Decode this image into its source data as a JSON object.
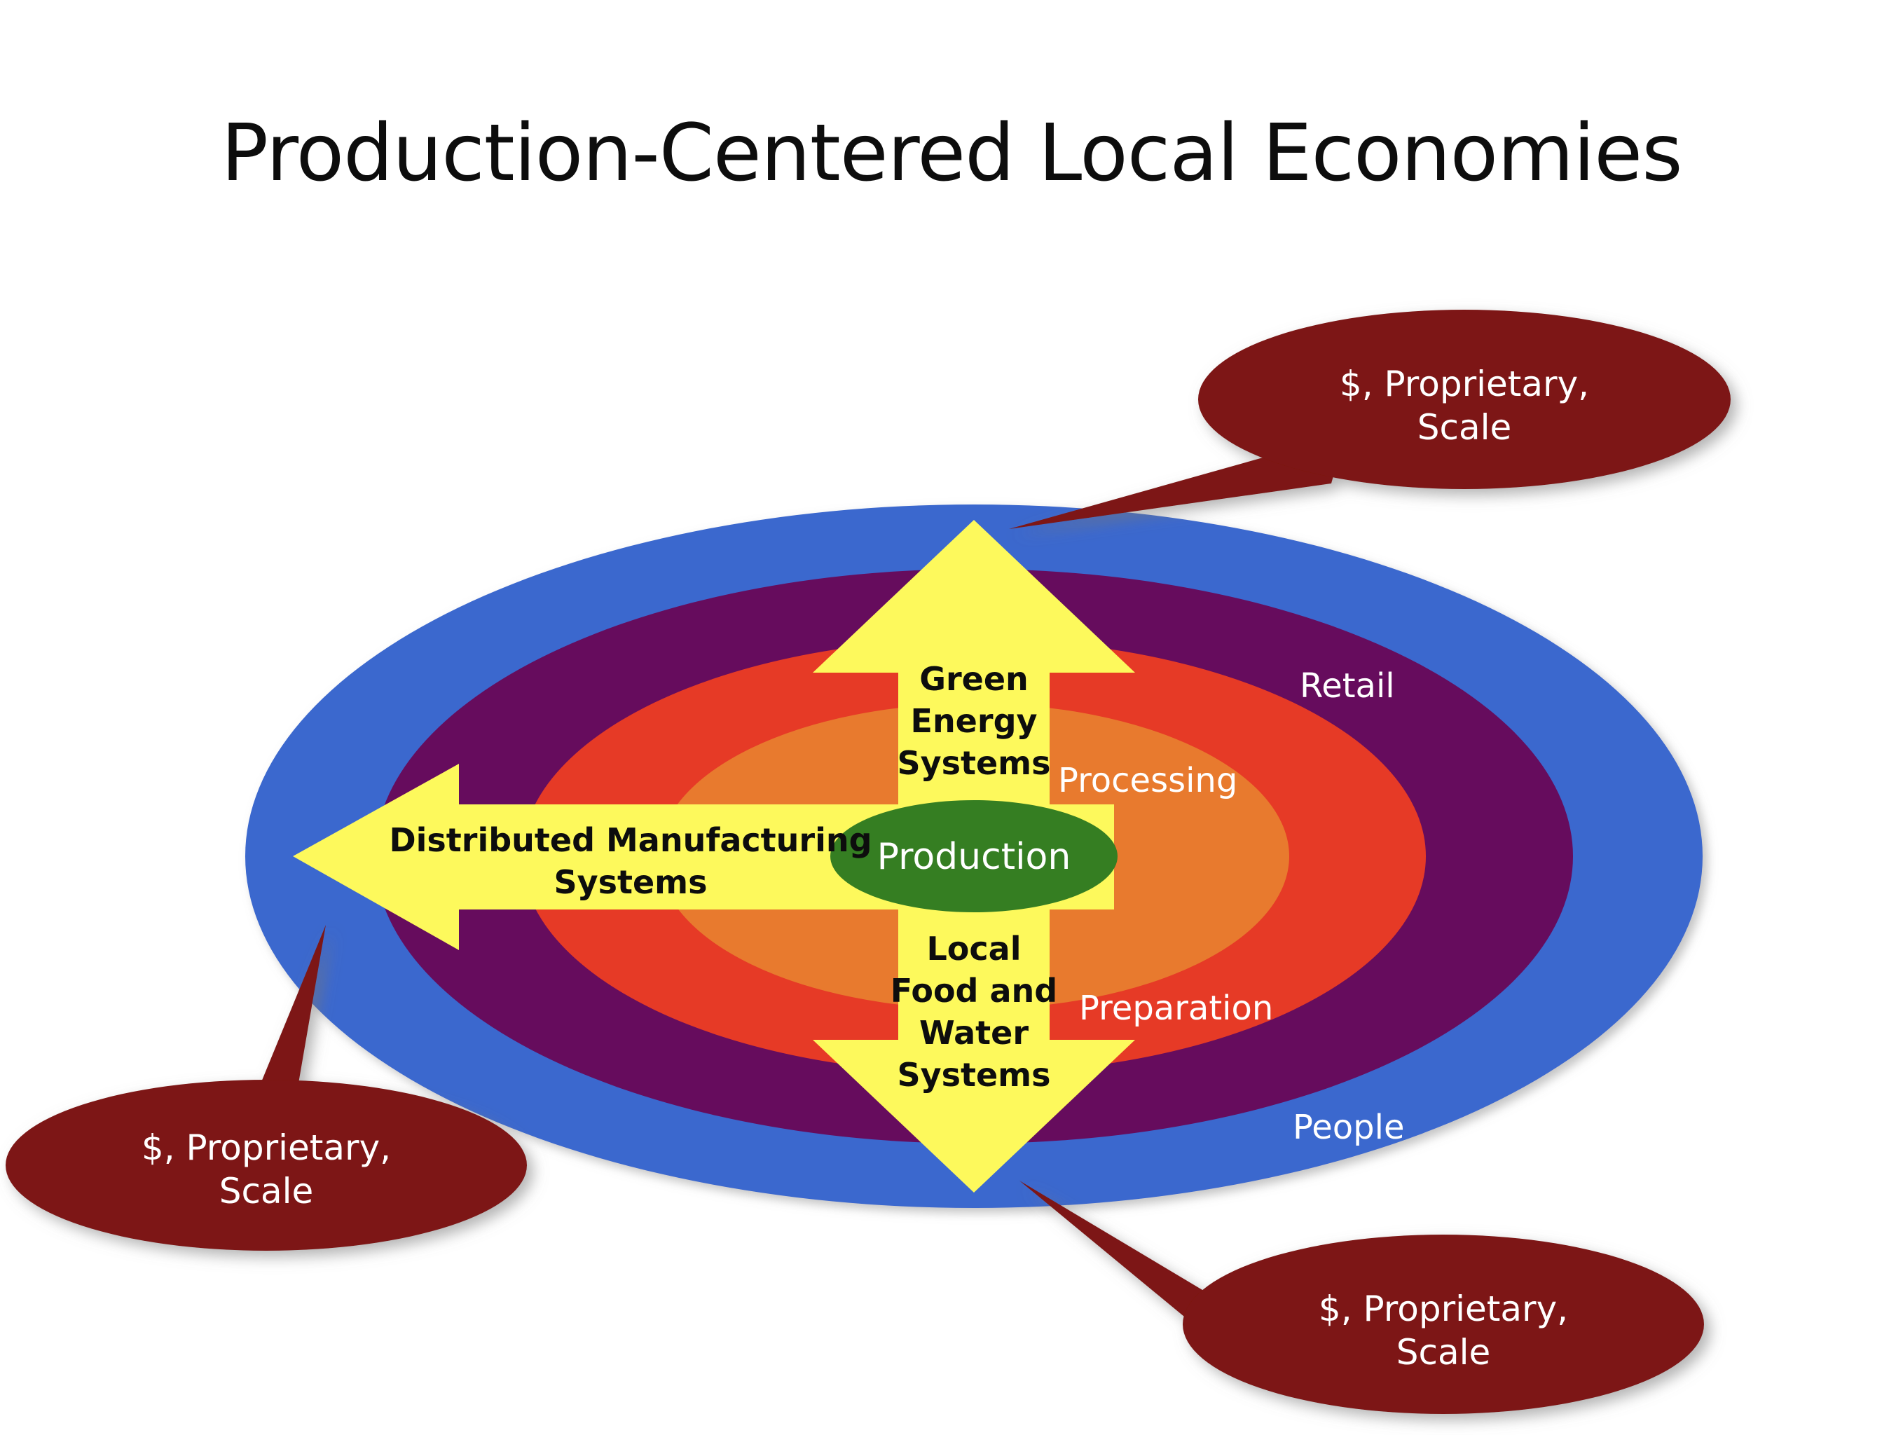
{
  "slide": {
    "title": "Production-Centered Local Economies",
    "background_color": "#ffffff"
  },
  "colors": {
    "ring_people": "#3B68CE",
    "ring_retail": "#660C5D",
    "ring_preparation": "#E63A26",
    "ring_processing": "#E87A2E",
    "core_production": "#357E22",
    "arrow_fill": "#FDF95C",
    "callout_fill": "#7D1812",
    "title_text": "#0D0D0D",
    "ring_label_text": "#FFFFFF",
    "arrow_label_text": "#0D0D0D"
  },
  "rings": [
    {
      "id": "people",
      "label": "People",
      "color": "#3B68CE",
      "level": 1
    },
    {
      "id": "retail",
      "label": "Retail",
      "color": "#660C5D",
      "level": 2
    },
    {
      "id": "preparation",
      "label": "Preparation",
      "color": "#E63A26",
      "level": 3
    },
    {
      "id": "processing",
      "label": "Processing",
      "color": "#E87A2E",
      "level": 4
    }
  ],
  "core": {
    "label": "Production",
    "color": "#357E22"
  },
  "arrows": [
    {
      "id": "up",
      "direction": "up",
      "label_lines": [
        "Green",
        "Energy",
        "Systems"
      ],
      "label_line1": "Green",
      "label_line2": "Energy",
      "label_line3": "Systems"
    },
    {
      "id": "left",
      "direction": "left",
      "label_lines": [
        "Distributed Manufacturing",
        "Systems"
      ],
      "label_line1": "Distributed Manufacturing",
      "label_line2": "Systems"
    },
    {
      "id": "down",
      "direction": "down",
      "label_lines": [
        "Local",
        "Food and",
        "Water",
        "Systems"
      ],
      "label_line1": "Local",
      "label_line2": "Food and",
      "label_line3": "Water",
      "label_line4": "Systems"
    }
  ],
  "callouts": [
    {
      "id": "top-right",
      "line1": "$, Proprietary,",
      "line2": "Scale",
      "points_to": "up-arrow"
    },
    {
      "id": "bottom-left",
      "line1": "$, Proprietary,",
      "line2": "Scale",
      "points_to": "left-arrow"
    },
    {
      "id": "bottom-right",
      "line1": "$, Proprietary,",
      "line2": "Scale",
      "points_to": "down-arrow"
    }
  ]
}
